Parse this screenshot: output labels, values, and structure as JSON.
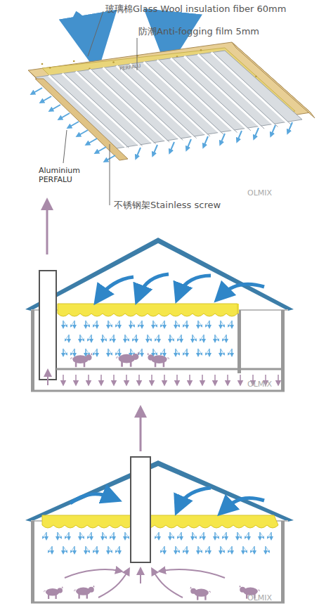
{
  "diagram": {
    "labels": [
      "玻璃棉Glass Wool insulation fiber 60mm",
      "防潮Anti-fogging film 5mm",
      "PERFALU",
      "Aluminium PERFALU",
      "不锈钢架Stainless screw",
      "OLMIX",
      "OLMIX",
      "OLMIX"
    ]
  }
}
